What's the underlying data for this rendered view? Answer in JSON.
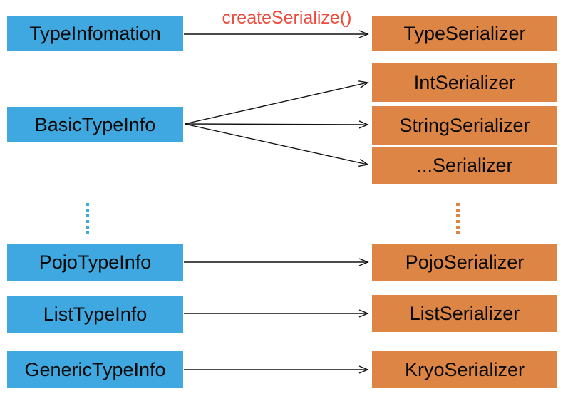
{
  "diagram": {
    "annotation_label": "createSerialize()",
    "left_nodes": [
      {
        "label": "TypeInfomation"
      },
      {
        "label": "BasicTypeInfo"
      },
      {
        "label": "PojoTypeInfo"
      },
      {
        "label": "ListTypeInfo"
      },
      {
        "label": "GenericTypeInfo"
      }
    ],
    "right_nodes": [
      {
        "label": "TypeSerializer"
      },
      {
        "label": "IntSerializer"
      },
      {
        "label": "StringSerializer"
      },
      {
        "label": "...Serializer"
      },
      {
        "label": "PojoSerializer"
      },
      {
        "label": "ListSerializer"
      },
      {
        "label": "KryoSerializer"
      }
    ],
    "edges": [
      {
        "from": "TypeInfomation",
        "to": "TypeSerializer",
        "label": "createSerialize()"
      },
      {
        "from": "BasicTypeInfo",
        "to": "IntSerializer"
      },
      {
        "from": "BasicTypeInfo",
        "to": "StringSerializer"
      },
      {
        "from": "BasicTypeInfo",
        "to": "...Serializer"
      },
      {
        "from": "PojoTypeInfo",
        "to": "PojoSerializer"
      },
      {
        "from": "ListTypeInfo",
        "to": "ListSerializer"
      },
      {
        "from": "GenericTypeInfo",
        "to": "KryoSerializer"
      }
    ],
    "colors": {
      "left_node_fill": "#40a8e0",
      "right_node_fill": "#dd8544",
      "annotation_color": "#ee4b3b",
      "arrow_color": "#111111",
      "text_color": "#0a0a0a",
      "background": "#ffffff"
    }
  }
}
